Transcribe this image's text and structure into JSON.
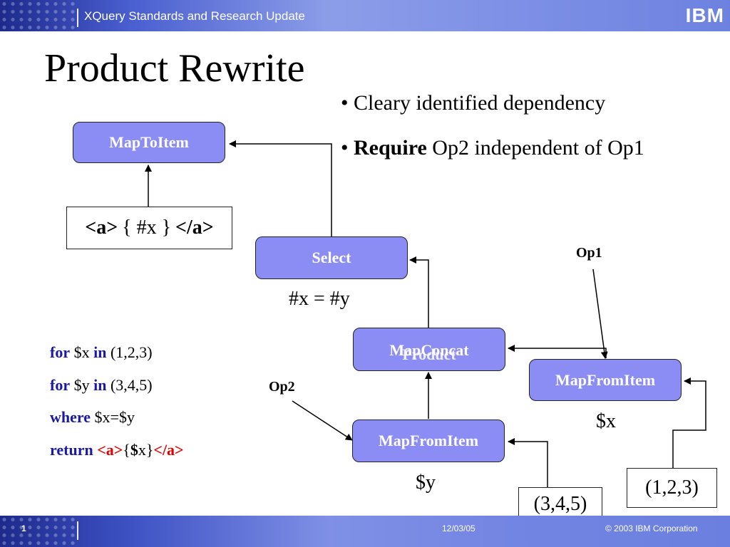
{
  "header": {
    "title": "XQuery Standards and Research Update",
    "logo": "IBM"
  },
  "slide": {
    "title": "Product Rewrite",
    "bullets": [
      {
        "bold": "",
        "text": "Cleary identified dependency"
      },
      {
        "bold": "Require",
        "text": " Op2 independent of Op1"
      }
    ]
  },
  "diagram": {
    "nodes": {
      "maptoitem": "MapToItem",
      "select": "Select",
      "mapconcat_overlap": "MapConcat",
      "product_overlap": "Product",
      "mapfromitem_right": "MapFromItem",
      "mapfromitem_left": "MapFromItem"
    },
    "boxes": {
      "constructor_open": "<a>",
      "constructor_body": "{ #x }",
      "constructor_close": "</a>",
      "seq_345": "(3,4,5)",
      "seq_123": "(1,2,3)"
    },
    "labels": {
      "predicate": "#x = #y",
      "var_x": "$x",
      "var_y": "$y",
      "op1": "Op1",
      "op2": "Op2"
    }
  },
  "code": {
    "line1": {
      "kw1": "for",
      "var": " $x ",
      "kw2": "in",
      "rest": " (1,2,3)"
    },
    "line2": {
      "kw1": "for",
      "var": " $y ",
      "kw2": "in",
      "rest": " (3,4,5)"
    },
    "line3": {
      "kw1": "where",
      "rest": " $x=$y"
    },
    "line4": {
      "kw1": "return",
      "tag_open": "<a>",
      "brace_open": "{",
      "dollar": "$",
      "x": "x",
      "brace_close": "}",
      "tag_close": "</a>"
    }
  },
  "footer": {
    "page": "1",
    "date": "12/03/05",
    "copyright": "© 2003 IBM Corporation"
  },
  "colors": {
    "node_fill": "#8c8cf5",
    "keyword": "#1a1aa6",
    "tag": "#e00000",
    "banner": "#6d82e0"
  }
}
